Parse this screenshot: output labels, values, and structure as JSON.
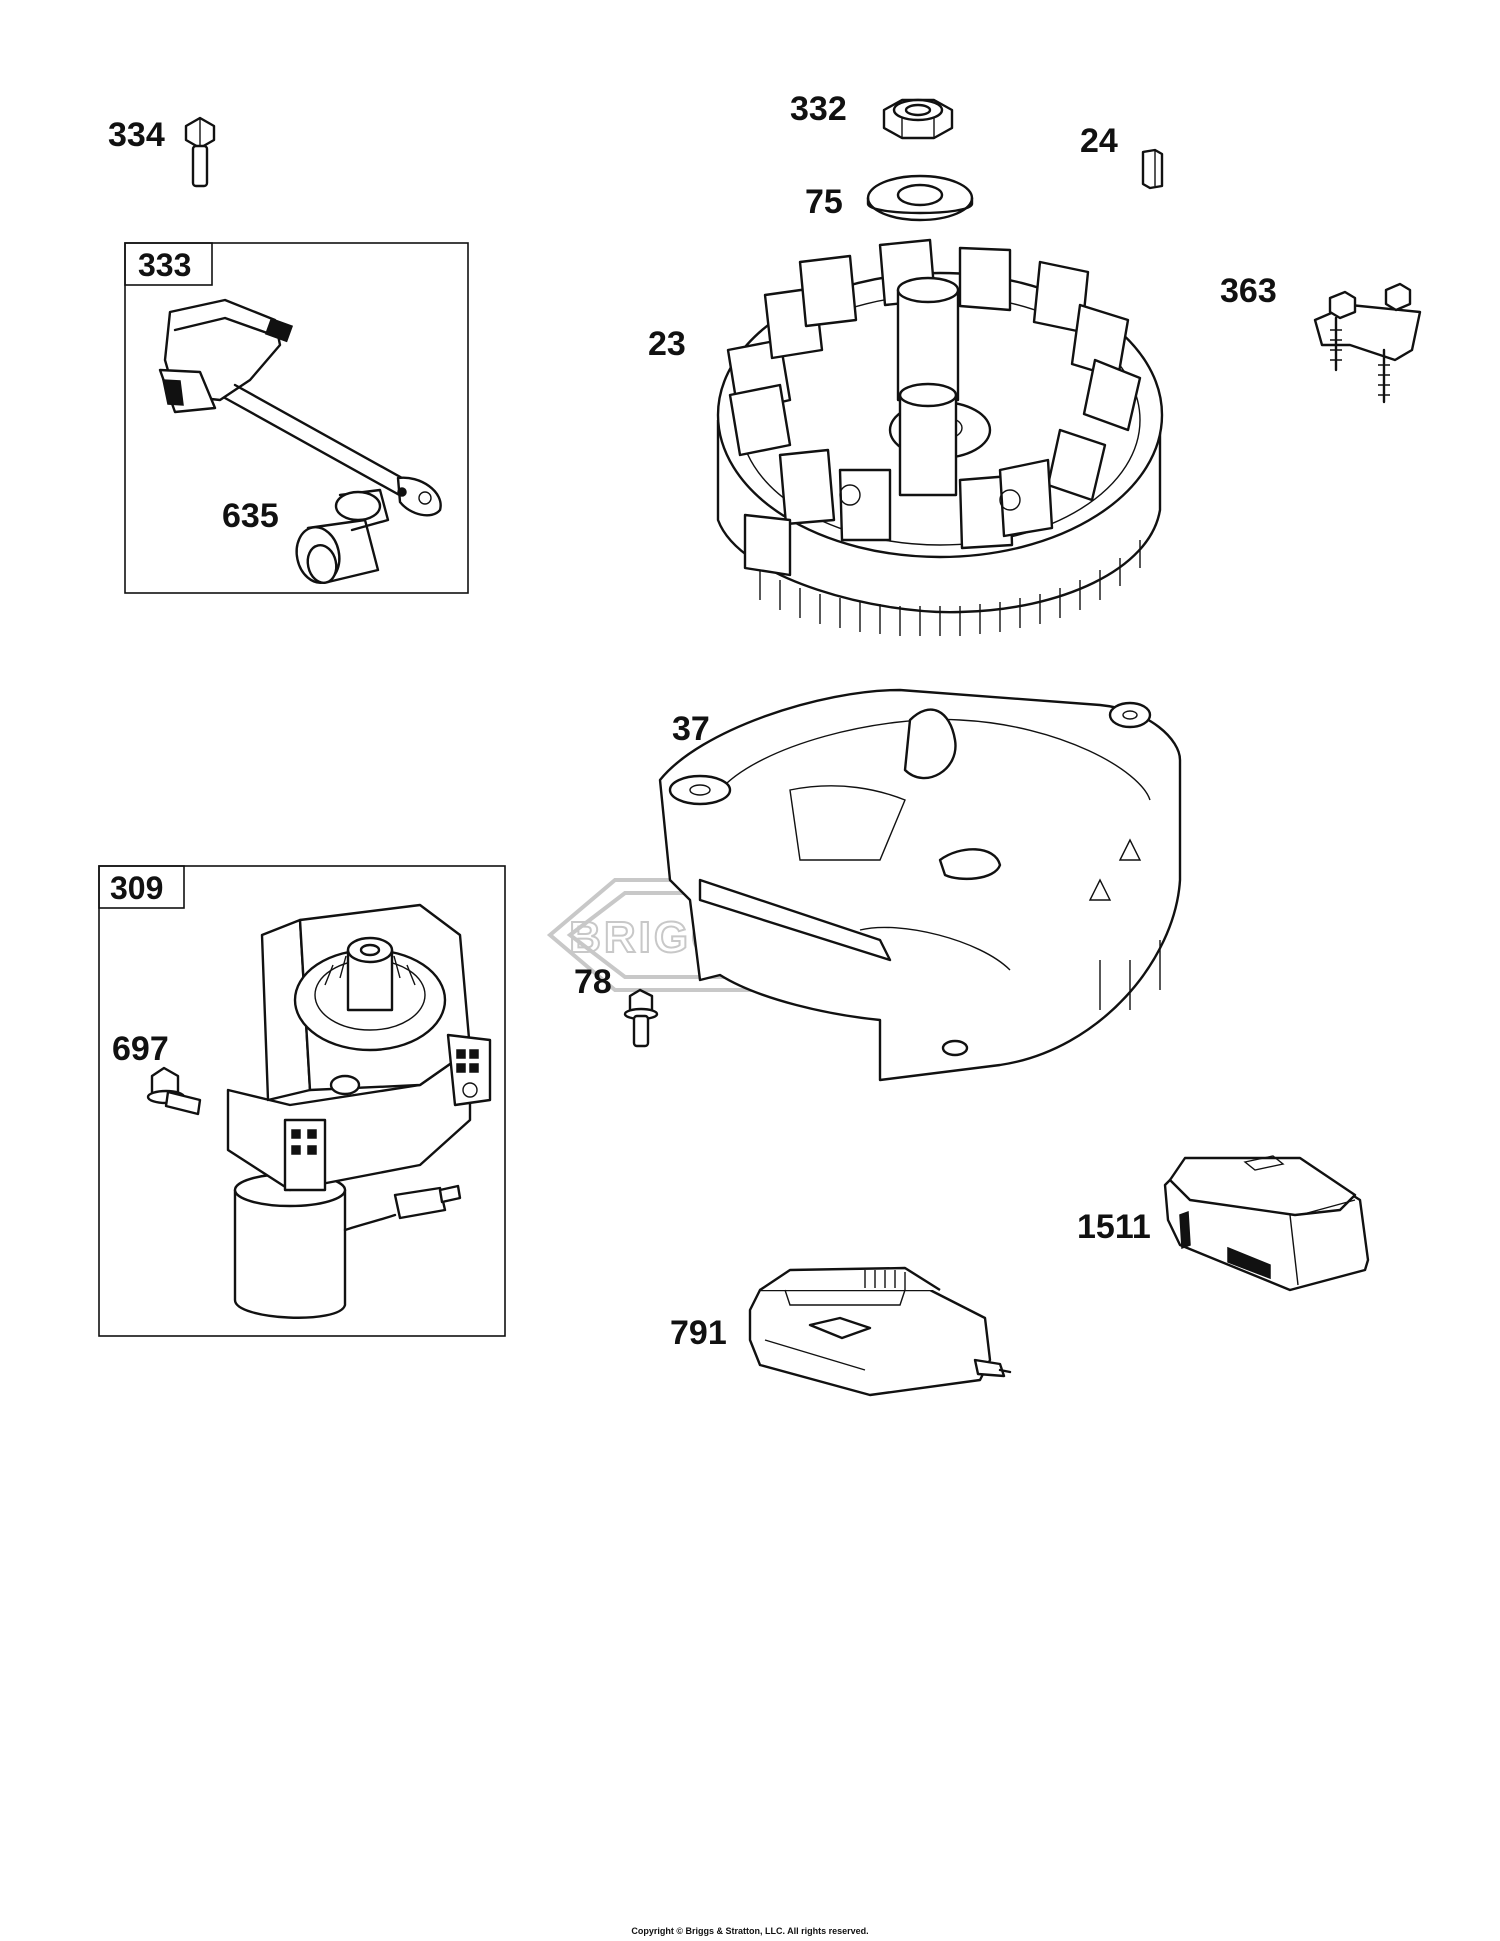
{
  "callouts": {
    "c334": "334",
    "c333": "333",
    "c635": "635",
    "c332": "332",
    "c75": "75",
    "c24": "24",
    "c23": "23",
    "c363": "363",
    "c37": "37",
    "c78": "78",
    "c309": "309",
    "c697": "697",
    "c1511": "1511",
    "c791": "791"
  },
  "watermark": "BRIGGS&STRATTON",
  "copyright": "Copyright © Briggs & Stratton, LLC. All rights reserved.",
  "colors": {
    "ink": "#111111",
    "watermark": "#c8c8c8",
    "background": "#ffffff"
  }
}
